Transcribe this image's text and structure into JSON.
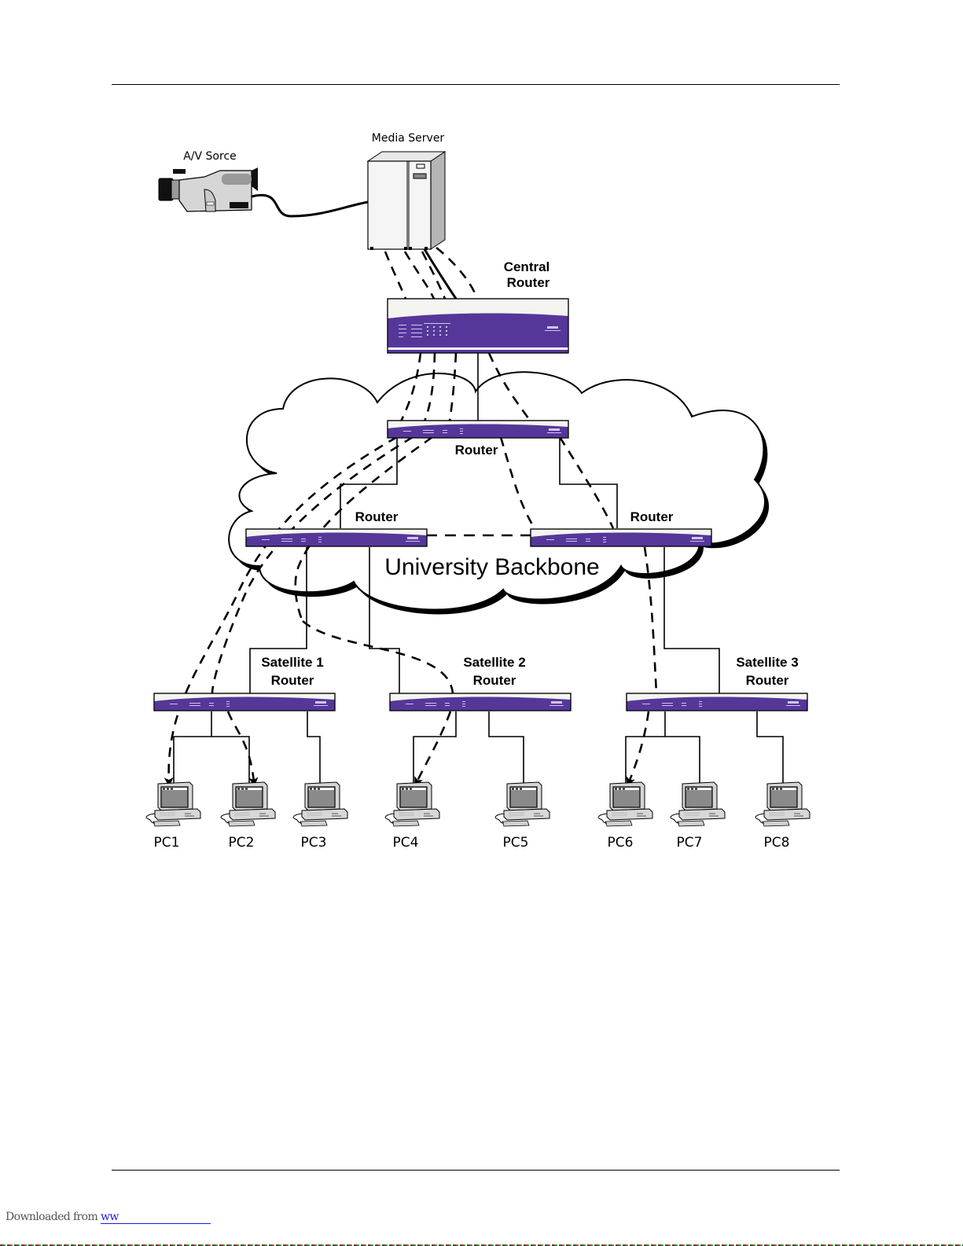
{
  "page": {
    "footer_text": "Downloaded from ",
    "footer_link": "ww"
  },
  "diagram": {
    "title": "Multicast video distribution over university backbone",
    "colors": {
      "router_purple": "#55379a",
      "router_face": "#f4f4f0",
      "line": "#000000"
    },
    "source": {
      "label": "A/V Sorce"
    },
    "server": {
      "label": "Media Server"
    },
    "central_router": {
      "label_line1": "Central",
      "label_line2": "Router"
    },
    "backbone": {
      "label": "University Backbone",
      "routers": [
        {
          "label": "Router"
        },
        {
          "label": "Router"
        },
        {
          "label": "Router"
        }
      ]
    },
    "satellites": [
      {
        "label_line1": "Satellite 1",
        "label_line2": "Router"
      },
      {
        "label_line1": "Satellite 2",
        "label_line2": "Router"
      },
      {
        "label_line1": "Satellite 3",
        "label_line2": "Router"
      }
    ],
    "pcs": [
      {
        "label": "PC1",
        "receives_stream": true
      },
      {
        "label": "PC2",
        "receives_stream": true
      },
      {
        "label": "PC3",
        "receives_stream": false
      },
      {
        "label": "PC4",
        "receives_stream": true
      },
      {
        "label": "PC5",
        "receives_stream": false
      },
      {
        "label": "PC6",
        "receives_stream": true
      },
      {
        "label": "PC7",
        "receives_stream": false
      },
      {
        "label": "PC8",
        "receives_stream": false
      }
    ],
    "legend_semantics": {
      "solid_line": "physical link",
      "dashed_line": "media stream"
    }
  }
}
